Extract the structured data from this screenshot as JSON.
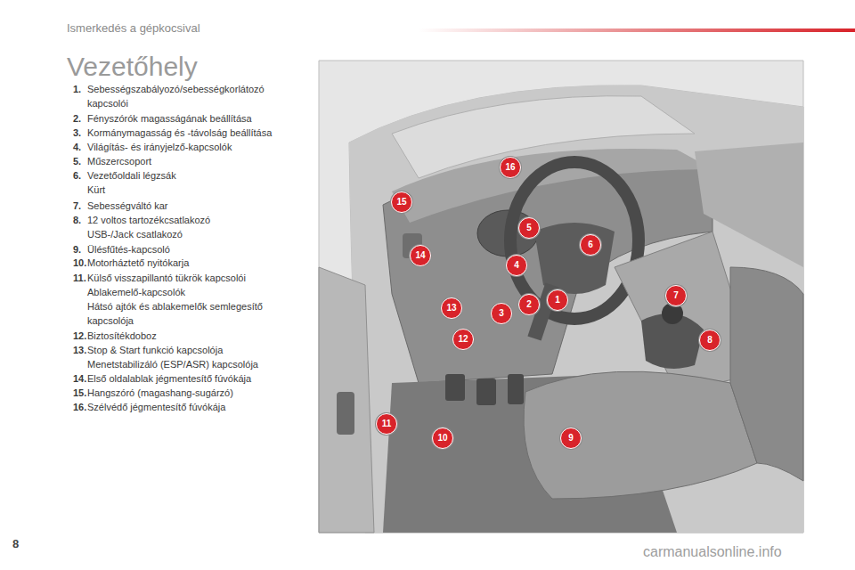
{
  "diagram": {
    "title": "Vezetőhely",
    "labels": [
      "Ismerkedés a gépkocsival",
      "1.",
      "Sebességszabályozó/sebességkorlátozó kapcsolói",
      "2.",
      "Fényszórók magasságának beállítása",
      "3.",
      "Kormánymagasság és -távolság beállítása",
      "4.",
      "Világítás- és irányjelző-kapcsolók",
      "5.",
      "Műszercsoport",
      "6.",
      "Vezetőoldali légzsák",
      "Kürt",
      "7.",
      "Sebességváltó kar",
      "8.",
      "12 voltos tartozékcsatlakozó",
      "USB-/Jack csatlakozó",
      "9.",
      "Ülésfűtés-kapcsoló",
      "10.",
      "Motorháztető nyitókarja",
      "11.",
      "Külső visszapillantó tükrök kapcsolói",
      "Ablakemelő-kapcsolók",
      "Hátsó ajtók és ablakemelők semlegesítő kapcsolója",
      "12.",
      "Biztosítékdoboz",
      "13.",
      "Stop & Start funkció kapcsolója",
      "Menetstabilizáló (ESP/ASR) kapcsolója",
      "14.",
      "Első oldalablak jégmentesítő fúvókája",
      "15.",
      "Hangszóró (magashang-sugárzó)",
      "16.",
      "Szélvédő jégmentesítő fúvókája",
      "1",
      "2",
      "3",
      "4",
      "5",
      "6",
      "7",
      "8",
      "9",
      "10",
      "11",
      "12",
      "13",
      "14",
      "15",
      "16",
      "8",
      "carmanualsonline.info"
    ]
  }
}
